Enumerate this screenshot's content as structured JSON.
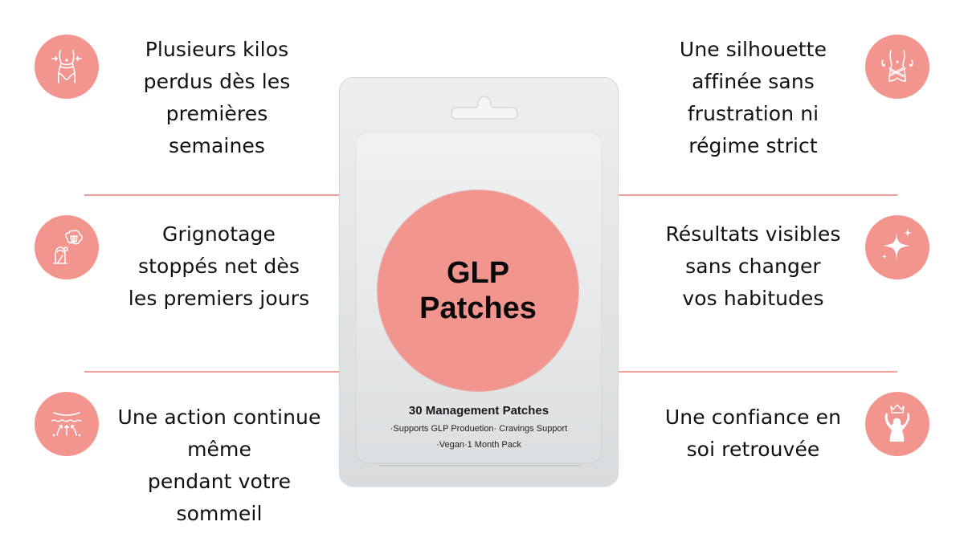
{
  "colors": {
    "accent": "#f2958f",
    "divider": "#f0a09a",
    "text": "#111111",
    "package": "#e4e6e7"
  },
  "benefits": {
    "left": [
      {
        "icon": "waist-slimming-icon",
        "text": "Plusieurs kilos\nperdus dès les\npremières\nsemaines"
      },
      {
        "icon": "snacking-craving-icon",
        "text": "Grignotage\nstoppés net dès\nles premiers jours"
      },
      {
        "icon": "continuous-action-icon",
        "text": "Une action continue\nmême\npendant votre\nsommeil"
      }
    ],
    "right": [
      {
        "icon": "measuring-tape-waist-icon",
        "text": "Une silhouette\naffinée sans\nfrustration ni\nrégime strict"
      },
      {
        "icon": "sparkle-icon",
        "text": "Résultats visibles\nsans changer\nvos habitudes"
      },
      {
        "icon": "crowned-woman-icon",
        "text": "Une confiance en\nsoi retrouvée"
      }
    ]
  },
  "product": {
    "title_line1": "GLP",
    "title_line2": "Patches",
    "count_label": "30 Management Patches",
    "features_line1": "·Supports GLP Produetion· Cravings Support",
    "features_line2": "·Vegan·1 Month Pack"
  }
}
